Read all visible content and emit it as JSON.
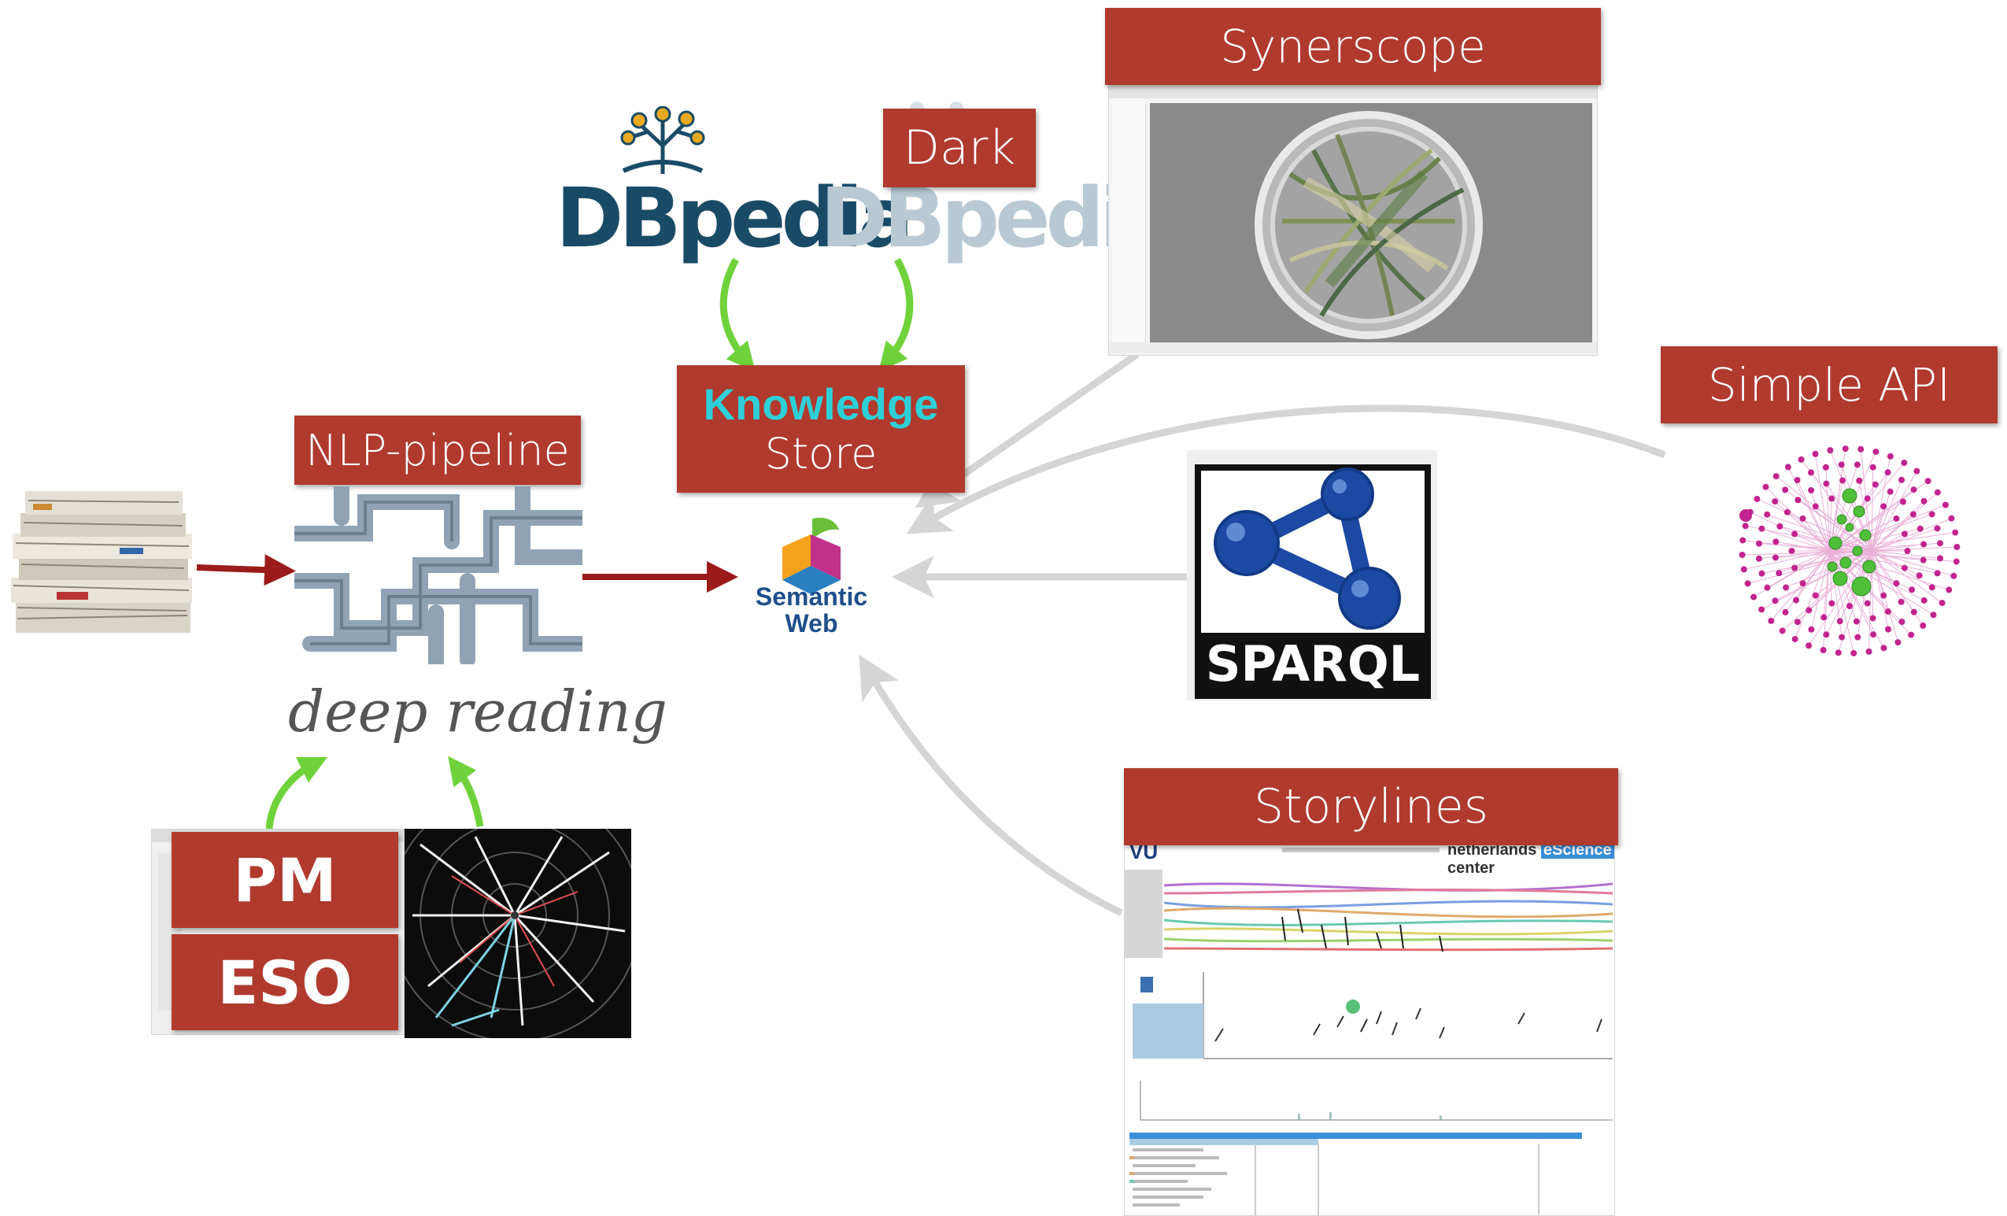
{
  "labels": {
    "synerscope": "Synerscope",
    "dark": "Dark",
    "simple_api": "Simple API",
    "nlp_pipeline": "NLP-pipeline",
    "knowledge": "Knowledge",
    "store": "Store",
    "storylines": "Storylines",
    "pm": "PM",
    "eso": "ESO"
  },
  "logos": {
    "dbpedia": "DBpedia",
    "dark_dbpedia": "DBpedia",
    "semantic_web_line1": "Semantic",
    "semantic_web_line2": "Web",
    "sparql": "SPARQL"
  },
  "caption": {
    "deep_reading": "deep reading"
  },
  "storylines_screen": {
    "header_brand": "VU",
    "header_partner": "netherlands",
    "header_partner_highlight": "eScience",
    "header_partner_end": "center"
  },
  "colors": {
    "label_red": "#b03a2e",
    "knowledge_cyan": "#2ed0d8",
    "arrow_dark_red": "#9b1b1b",
    "arrow_green": "#6fd23a",
    "arrow_grey": "#d5d5d5",
    "dbpedia_navy": "#1a4b66",
    "dbpedia_faded": "#b8c9d3"
  }
}
